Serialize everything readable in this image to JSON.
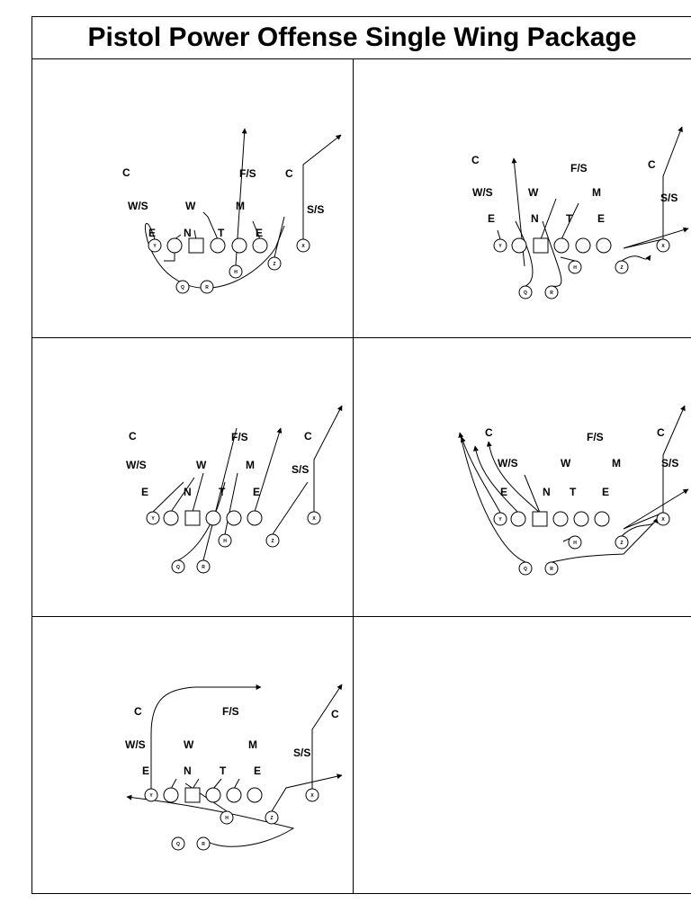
{
  "title": "Pistol Power Offense Single Wing Package",
  "diagrams": [
    {
      "defenders": [
        "C",
        "F/S",
        "C",
        "W/S",
        "W",
        "M",
        "S/S",
        "E",
        "N",
        "T",
        "E"
      ],
      "players": [
        "Y",
        "H",
        "Z",
        "X",
        "Q",
        "R"
      ]
    },
    {
      "defenders": [
        "C",
        "F/S",
        "C",
        "W/S",
        "W",
        "M",
        "S/S",
        "E",
        "N",
        "T",
        "E"
      ],
      "players": [
        "Y",
        "H",
        "Z",
        "X",
        "Q",
        "R"
      ]
    },
    {
      "defenders": [
        "C",
        "F/S",
        "C",
        "W/S",
        "W",
        "M",
        "S/S",
        "E",
        "N",
        "T",
        "E"
      ],
      "players": [
        "Y",
        "H",
        "Z",
        "X",
        "Q",
        "R"
      ]
    },
    {
      "defenders": [
        "C",
        "F/S",
        "C",
        "W/S",
        "W",
        "M",
        "S/S",
        "E",
        "N",
        "T",
        "E"
      ],
      "players": [
        "Y",
        "H",
        "Z",
        "X",
        "Q",
        "R"
      ]
    },
    {
      "defenders": [
        "C",
        "F/S",
        "C",
        "W/S",
        "W",
        "M",
        "S/S",
        "E",
        "N",
        "T",
        "E"
      ],
      "players": [
        "Y",
        "H",
        "Z",
        "X",
        "Q",
        "R"
      ]
    }
  ]
}
